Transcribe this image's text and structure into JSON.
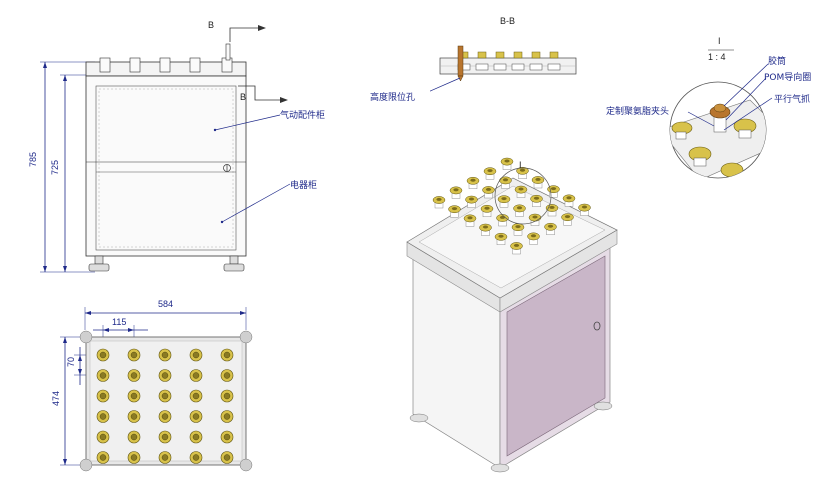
{
  "front_view": {
    "dims": {
      "height_total": "785",
      "height_body": "725"
    },
    "section_marker": "B",
    "labels": {
      "upper": "气动配件柜",
      "lower": "电器柜"
    }
  },
  "top_view": {
    "dims": {
      "width": "584",
      "pitch_x": "115",
      "pitch_y": "70",
      "depth": "474"
    }
  },
  "section_view": {
    "title": "B-B",
    "label": "高度限位孔"
  },
  "detail_view": {
    "id": "I",
    "scale": "1 : 4",
    "labels": {
      "rubber": "胶筒",
      "pom": "POM导向圈",
      "clamp": "定制聚氨脂夹头",
      "gripper": "平行气抓"
    }
  },
  "iso_view": {
    "detail_marker": "I"
  },
  "colors": {
    "dim": "#1f2a8a",
    "cabinet_door": "#c9b6c8",
    "fitting": "#d8c24a",
    "frame": "#d0d0d0"
  }
}
